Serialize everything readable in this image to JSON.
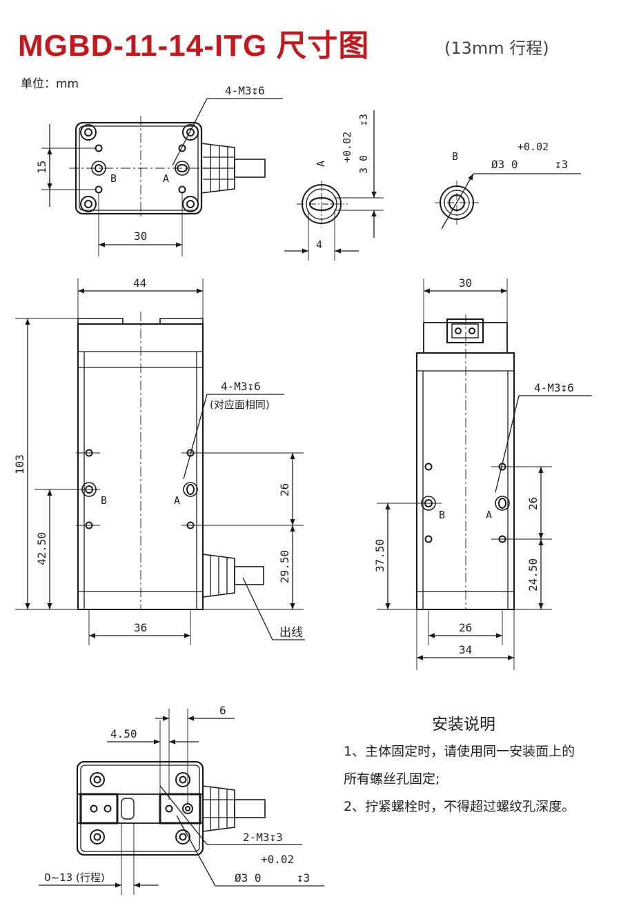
{
  "title": "MGBD-11-14-ITG 尺寸图",
  "subtitle": "(13mm 行程)",
  "unit_label": "单位：mm",
  "top_view": {
    "callout": "4-M3↧6",
    "dim_vertical": "15",
    "dim_horizontal": "30",
    "port_b": "B",
    "port_a": "A"
  },
  "port_a_detail": {
    "label": "A",
    "tolerance": "+0.02",
    "nominal": "3 0",
    "depth": "↧3",
    "width": "4"
  },
  "port_b_detail": {
    "label": "B",
    "tolerance": "+0.02",
    "spec": "Ø3  0",
    "depth": "↧3"
  },
  "front_view": {
    "width": "44",
    "height": "103",
    "callout": "4-M3↧6",
    "callout_note": "(对应面相同)",
    "port_b": "B",
    "port_a": "A",
    "dim_42_50": "42.50",
    "dim_26": "26",
    "dim_29_50": "29.50",
    "dim_36": "36",
    "cable_label": "出线"
  },
  "side_view": {
    "width": "30",
    "callout": "4-M3↧6",
    "port_b": "B",
    "port_a": "A",
    "dim_37_50": "37.50",
    "dim_26_v": "26",
    "dim_24_50": "24.50",
    "dim_26_h": "26",
    "dim_34": "34"
  },
  "bottom_view": {
    "dim_6": "6",
    "dim_4_50": "4.50",
    "callout_m3": "2-M3↧3",
    "tolerance": "+0.02",
    "spec": "Ø3  0",
    "depth": "↧3",
    "stroke": "0~13 (行程)"
  },
  "install_notes": {
    "title": "安装说明",
    "lines": [
      "1、主体固定时，请使用同一安装面上的",
      "所有螺丝孔固定;",
      "2、拧紧螺栓时，不得超过螺纹孔深度。"
    ]
  },
  "colors": {
    "title": "#c8161d",
    "line": "#1a1a1a",
    "background": "#ffffff"
  }
}
